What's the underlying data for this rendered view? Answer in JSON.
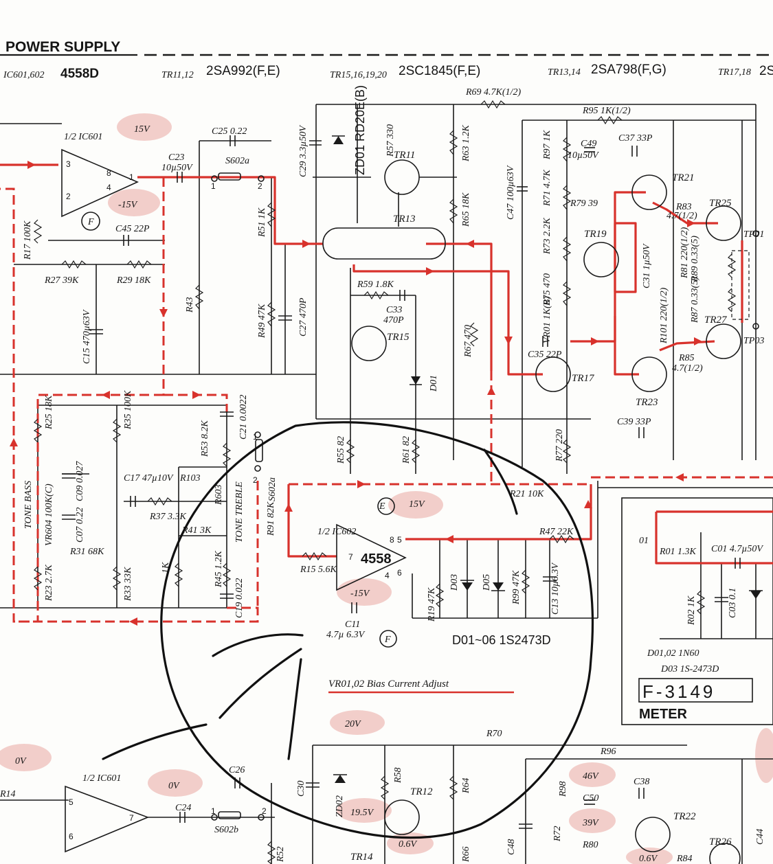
{
  "header": {
    "section_title": "POWER SUPPLY",
    "parts": [
      {
        "id": "IC601,602",
        "name": "4558D"
      },
      {
        "id": "TR11,12",
        "name": "2SA992(F,E)"
      },
      {
        "id": "TR15,16,19,20",
        "name": "2SC1845(F,E)"
      },
      {
        "id": "TR13,14",
        "name": "2SA798(F,G)"
      },
      {
        "id": "TR17,18",
        "name": "2S"
      }
    ]
  },
  "components": {
    "R69": "R69 4.7K(1/2)",
    "R95": "R95 1K(1/2)",
    "C25": "C25 0.22",
    "C23": "C23",
    "C23v": "10µ50V",
    "S602a": "S602a",
    "C29": "C29 3.3µ50V",
    "ZD01": "ZD01 RD20E(B)",
    "R57": "R57 330",
    "TR11": "TR11",
    "R63": "R63 1.2K",
    "C47": "C47 100µ63V",
    "R97": "R97 1K",
    "C49": "C49",
    "C49v": "10µ50V",
    "C37": "C37 33P",
    "TR21": "TR21",
    "TR25": "TR25",
    "R83": "R83",
    "R83v": "4.7(1/2)",
    "TP01": "TP01",
    "R71": "R71 4.7K",
    "R79": "R79 39",
    "R73": "R73 2.2K",
    "TR19": "TR19",
    "C31": "C31 1µ50V",
    "R81": "R81 220(1/2)",
    "R87": "R87 0.33(5)",
    "R89": "R89 0.33(5)",
    "IC601half": "1/2 IC601",
    "v15": "15V",
    "vm15": "-15V",
    "C45": "C45 22P",
    "R17": "R17 100K",
    "R27": "R27 39K",
    "R29": "R29 18K",
    "R51": "R51 1K",
    "TR13": "TR13",
    "R65": "R65 18K",
    "R59": "R59 1.8K",
    "C33": "C33",
    "C33v": "470P",
    "TR15": "TR15",
    "R43": "R43",
    "R49": "R49 47K",
    "C27": "C27 470P",
    "C15": "C15 470µ63V",
    "D01": "D01",
    "R67": "R67 470",
    "R75": "R75 470",
    "VR01": "VR01 1K(B)",
    "R101": "R101 220(1/2)",
    "TR27": "TR27",
    "TP03": "TP03",
    "C35": "C35 22P",
    "TR17": "TR17",
    "TR23": "TR23",
    "R85": "R85",
    "R85v": "4.7(1/2)",
    "R25": "R25 18K",
    "R35": "R35 100K",
    "C21": "C21 0.0022",
    "R53": "R53 8.2K",
    "C09": "C09 0.027",
    "VR604": "VR604 100K(C)",
    "tone_bass": "TONE BASS",
    "C07": "C07 0.22",
    "C17": "C17 47µ10V",
    "R37": "R37 3.3K",
    "R103": "R103",
    "R603": "R603",
    "tone_treble": "TONE TREBLE",
    "S602a_2": "S602a",
    "R31": "R31 68K",
    "R23": "R23 2.7K",
    "R33": "R33 33K",
    "R41": "R41 3K",
    "R45": "R45 1.2K",
    "C19": "C19 0.022",
    "R39": "1K",
    "R91": "R91 82K",
    "R55": "R55 82",
    "R61": "R61 82",
    "R77": "R77 220",
    "C39": "C39 33P",
    "R21": "R21 10K",
    "E": "E",
    "IC602half": "1/2 IC602",
    "v15b": "15V",
    "ic4558": "4558",
    "R47": "R47 22K",
    "R15": "R15 5.6K",
    "vm15b": "-15V",
    "C11": "C11",
    "C11v": "4.7µ 6.3V",
    "D03": "D03",
    "D05": "D05",
    "R99": "R99 47K",
    "C13": "C13 10µ6.3V",
    "R19": "R19 47K",
    "F": "F",
    "diodes": "D01~06 1S2473D",
    "bias_note": "VR01,02 Bias Current Adjust",
    "meter_01": "01",
    "R01": "R01 1.3K",
    "C01": "C01 4.7µ50V",
    "R02": "R02 1K",
    "C03": "C03 0.1",
    "meter_d1": "D01,02 1N60",
    "meter_d2": "D03 1S-2473D",
    "meter_model": "F-3149",
    "meter": "METER",
    "v0": "0V",
    "IC601b": "1/2 IC601",
    "v0b": "0V",
    "R14": "R14",
    "C26": "C26",
    "C24": "C24",
    "S602b": "S602b",
    "R52": "R52",
    "v20": "20V",
    "C30": "C30",
    "ZD02": "ZD02",
    "R58": "R58",
    "TR12": "TR12",
    "R70": "R70",
    "R64": "R64",
    "v195": "19.5V",
    "v06": "0.6V",
    "TR14": "TR14",
    "R66": "R66",
    "C48": "C48",
    "R96": "R96",
    "v46": "46V",
    "C38": "C38",
    "C50": "C50",
    "v39": "39V",
    "R98": "R98",
    "R72": "R72",
    "R80": "R80",
    "TR22": "TR22",
    "TR26": "TR26",
    "C44": "C44",
    "v06b": "0.6V",
    "R84": "R84"
  },
  "pins": {
    "p1": "1",
    "p2": "2",
    "p3": "3",
    "p4": "4",
    "p5": "5",
    "p6": "6",
    "p7": "7",
    "p8": "8"
  },
  "colors": {
    "signal_path": "#d8322c",
    "ink": "#1a1a1a",
    "voltage_highlight": "#e9a7a3"
  }
}
